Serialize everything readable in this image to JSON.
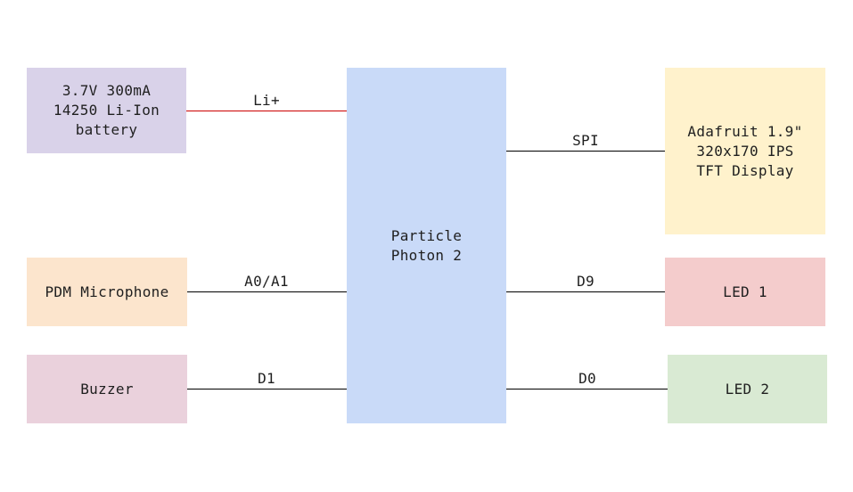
{
  "colors": {
    "battery": "#d9d2e9",
    "mcu": "#c9daf8",
    "display": "#fff2cc",
    "microphone": "#fce5cd",
    "buzzer": "#ead1dc",
    "led1": "#f4cccc",
    "led2": "#d9ead3",
    "power_wire": "#cc0000",
    "signal_wire": "#000000"
  },
  "blocks": {
    "battery": "3.7V 300mA\n14250 Li-Ion\nbattery",
    "mcu": "Particle\nPhoton 2",
    "display": "Adafruit 1.9\"\n320x170 IPS\nTFT Display",
    "microphone": "PDM Microphone",
    "buzzer": "Buzzer",
    "led1": "LED 1",
    "led2": "LED 2"
  },
  "connections": {
    "battery": "Li+",
    "display": "SPI",
    "microphone": "A0/A1",
    "led1": "D9",
    "buzzer": "D1",
    "led2": "D0"
  }
}
